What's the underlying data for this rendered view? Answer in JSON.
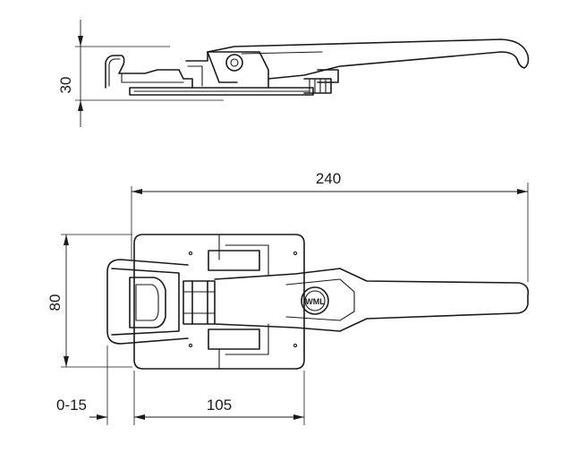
{
  "dimensions": {
    "side_height": "30",
    "overall_length": "240",
    "plate_height": "80",
    "adjust_range": "0-15",
    "plate_to_pivot": "105"
  },
  "logo_text": "WML"
}
